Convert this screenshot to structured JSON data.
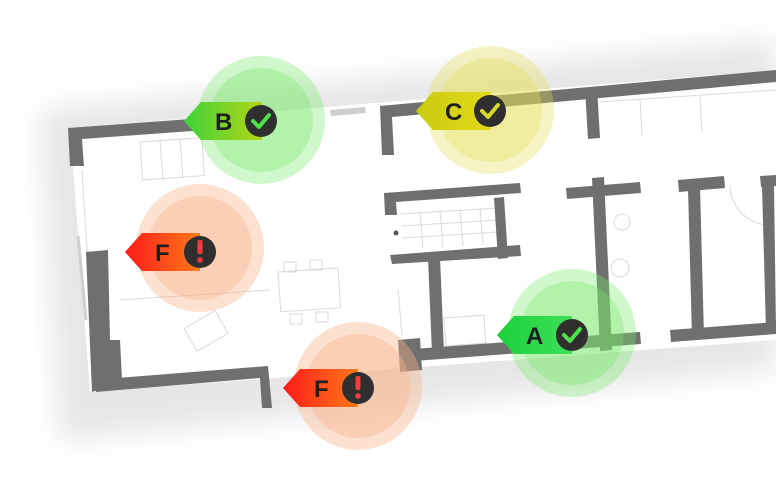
{
  "colors": {
    "wall": "#6f6f6f",
    "floor_line": "#d8d8d8",
    "shadow": "#e9e9e9",
    "badge_bg": "#2f2f2f"
  },
  "markers": [
    {
      "id": "b",
      "letter": "B",
      "status": "ok",
      "status_icon": "check-icon",
      "ring": "#7be86d",
      "tag_from": "#3fd23a",
      "tag_to": "#b3d414",
      "mark": "#4be24a"
    },
    {
      "id": "c",
      "letter": "C",
      "status": "ok",
      "status_icon": "check-icon",
      "ring": "#e6e05a",
      "tag_from": "#c9cb10",
      "tag_to": "#e4d91a",
      "mark": "#d8d82a"
    },
    {
      "id": "f1",
      "letter": "F",
      "status": "warn",
      "status_icon": "exclamation-icon",
      "ring": "#f7b48d",
      "tag_from": "#ff1a1a",
      "tag_to": "#ff7a1a",
      "mark": "#ff3b3b"
    },
    {
      "id": "f2",
      "letter": "F",
      "status": "warn",
      "status_icon": "exclamation-icon",
      "ring": "#f7b48d",
      "tag_from": "#ff1a1a",
      "tag_to": "#ff7a1a",
      "mark": "#ff3b3b"
    },
    {
      "id": "a",
      "letter": "A",
      "status": "ok",
      "status_icon": "check-icon",
      "ring": "#7be86d",
      "tag_from": "#1bcf3a",
      "tag_to": "#3fe05a",
      "mark": "#4be24a"
    }
  ]
}
